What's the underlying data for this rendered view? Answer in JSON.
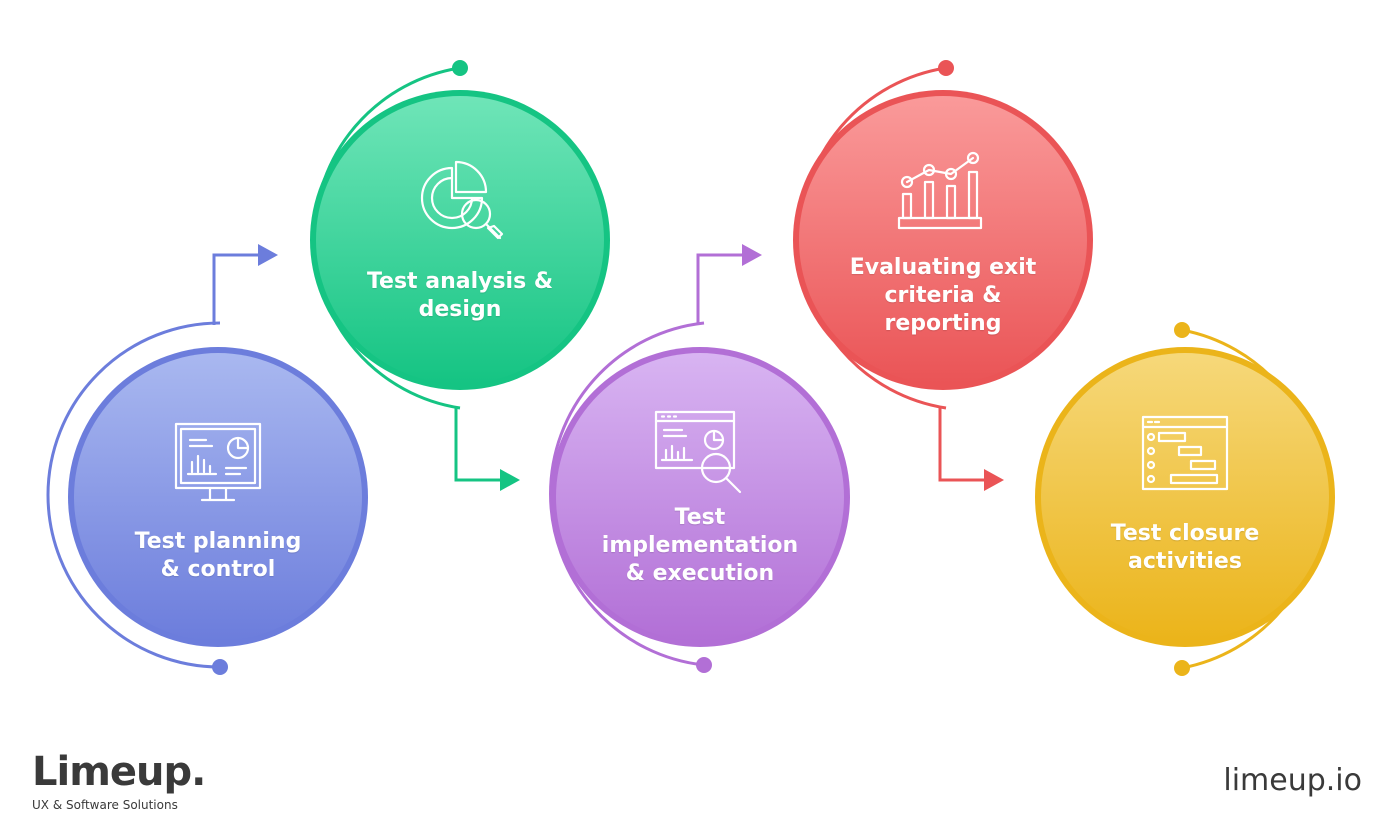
{
  "steps": [
    {
      "label": "Test planning\n& control",
      "color": "#6c7ddc",
      "light": "#a9b8f0",
      "icon": "monitor-chart-icon"
    },
    {
      "label": "Test analysis &\ndesign",
      "color": "#15c483",
      "light": "#6fe5b8",
      "icon": "pie-chart-magnifier-icon"
    },
    {
      "label": "Test\nimplementation\n& execution",
      "color": "#b26fd6",
      "light": "#d8b4f2",
      "icon": "dashboard-magnifier-icon"
    },
    {
      "label": "Evaluating exit\ncriteria &\nreporting",
      "color": "#ea5456",
      "light": "#fa9a9a",
      "icon": "line-bar-chart-icon"
    },
    {
      "label": "Test closure\nactivities",
      "color": "#ebb41a",
      "light": "#f6d87a",
      "icon": "gantt-chart-icon"
    }
  ],
  "brand": {
    "name": "Limeup.",
    "tagline": "UX & Software Solutions"
  },
  "site": {
    "url": "limeup.io"
  }
}
